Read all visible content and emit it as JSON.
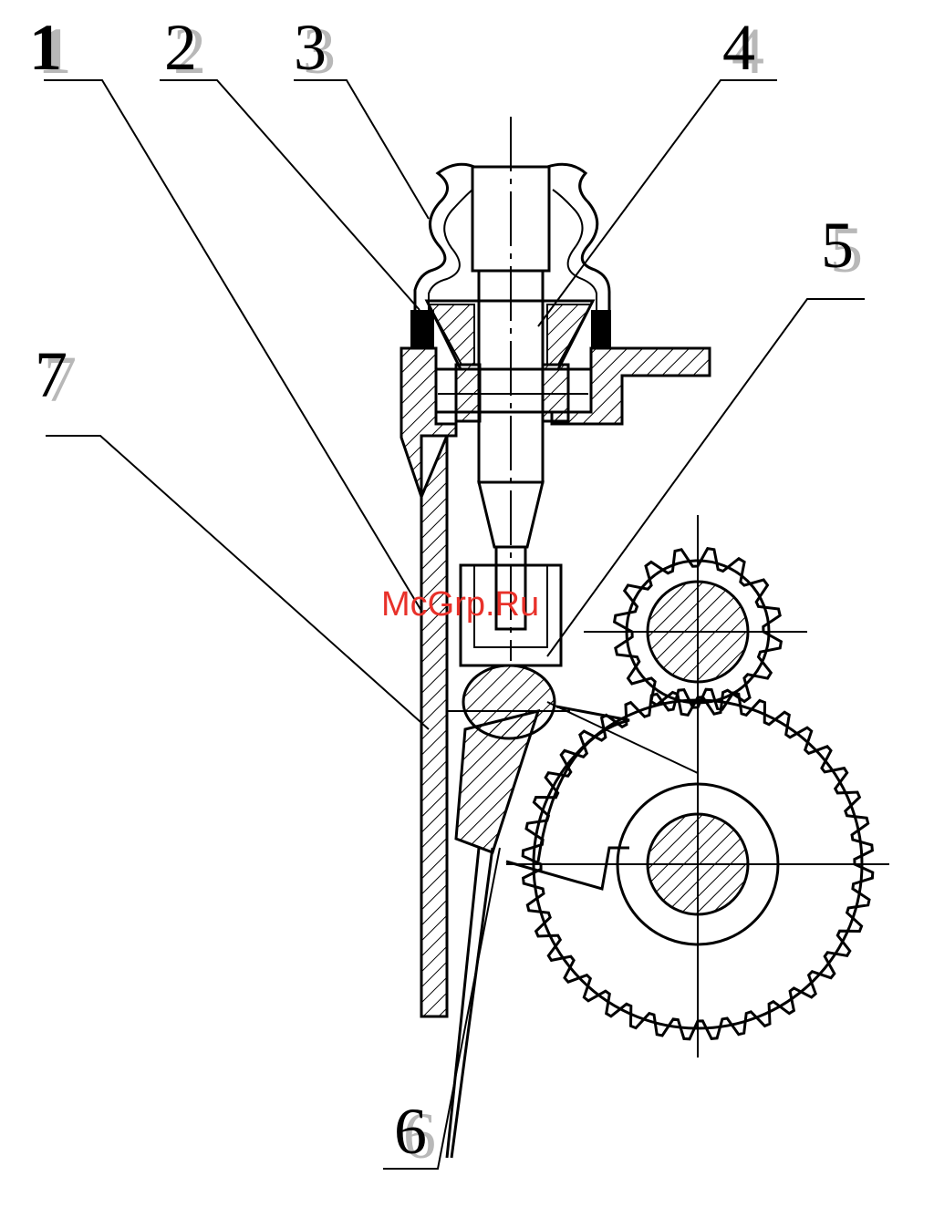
{
  "callouts": [
    "1",
    "2",
    "3",
    "4",
    "5",
    "6",
    "7"
  ],
  "watermark": "McGrp.Ru",
  "colors": {
    "line": "#000000",
    "watermark": "#e8312a",
    "label_shadow": "#b8b8b8"
  }
}
